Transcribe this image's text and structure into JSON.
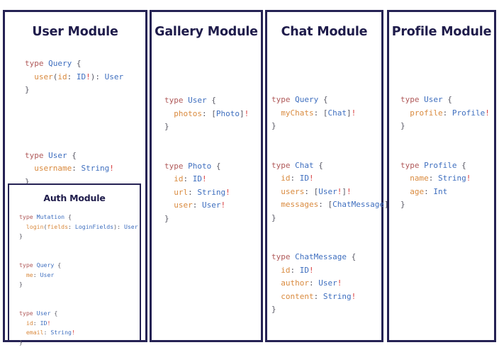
{
  "canvas": {
    "background": "#ffffff",
    "border_color": "#252254",
    "title_color": "#1f1c4b"
  },
  "syntax_colors": {
    "keyword": "#b05a5a",
    "type_name": "#3f6fbf",
    "field_name": "#d98a3e",
    "punctuation": "#5a5a66",
    "non_null": "#d94040"
  },
  "modules": {
    "user": {
      "title": "User Module",
      "code": "type Query {\n  user(id: ID!): User\n}\n\n\ntype User {\n  username: String!\n}"
    },
    "auth": {
      "title": "Auth Module",
      "code": "type Mutation {\n  login(fields: LoginFields): User\n}\n\ntype Query {\n  me: User\n}\n\ntype User {\n  id: ID!\n  email: String!\n}"
    },
    "gallery": {
      "title": "Gallery Module",
      "code": "type User {\n  photos: [Photo]!\n}\n\ntype Photo {\n  id: ID!\n  url: String!\n  user: User!\n}"
    },
    "chat": {
      "title": "Chat Module",
      "code": "type Query {\n  myChats: [Chat]!\n}\n\ntype Chat {\n  id: ID!\n  users: [User!]!\n  messages: [ChatMessage]!\n}\n\ntype ChatMessage {\n  id: ID!\n  author: User!\n  content: String!\n}"
    },
    "profile": {
      "title": "Profile Module",
      "code": "type User {\n  profile: Profile!\n}\n\ntype Profile {\n  name: String!\n  age: Int\n}"
    }
  }
}
